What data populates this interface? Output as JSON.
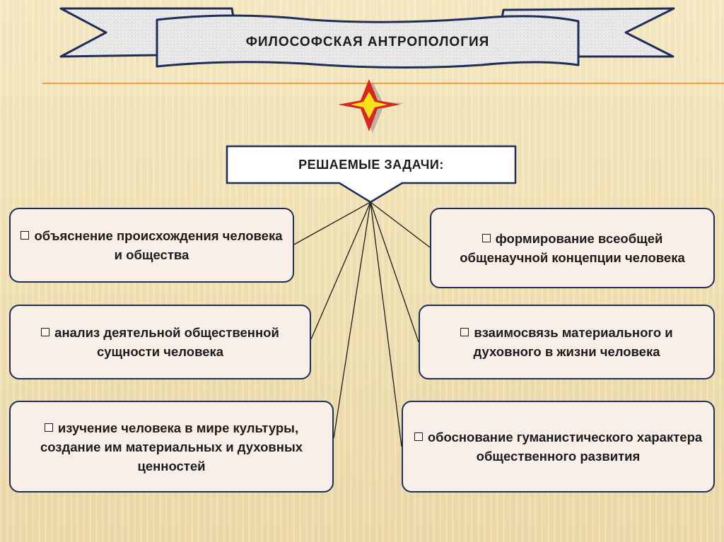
{
  "header": {
    "title": "ФИЛОСОФСКАЯ АНТРОПОЛОГИЯ"
  },
  "tasks_header": {
    "label": "РЕШАЕМЫЕ ЗАДАЧИ:"
  },
  "tasks": [
    {
      "text": "объяснение происхождения человека и общества"
    },
    {
      "text": "анализ деятельной общественной сущности человека"
    },
    {
      "text": "изучение человека в мире культуры, создание им материальных и духовных ценностей"
    },
    {
      "text": "формирование всеобщей общенаучной концепции человека"
    },
    {
      "text": "взаимосвязь материального и духовного в жизни человека"
    },
    {
      "text": "обоснование гуманистического характера общественного развития"
    }
  ],
  "colors": {
    "background": "#f0e1b4",
    "box_border": "#1f2d5a",
    "box_fill": "#f8efe9",
    "star_red": "#d8261c",
    "star_yellow": "#f6e21a",
    "divider": "#e3a43a"
  },
  "icons": {
    "decoration": "four-point-star-icon",
    "bullet": "checkbox-bullet-icon"
  }
}
